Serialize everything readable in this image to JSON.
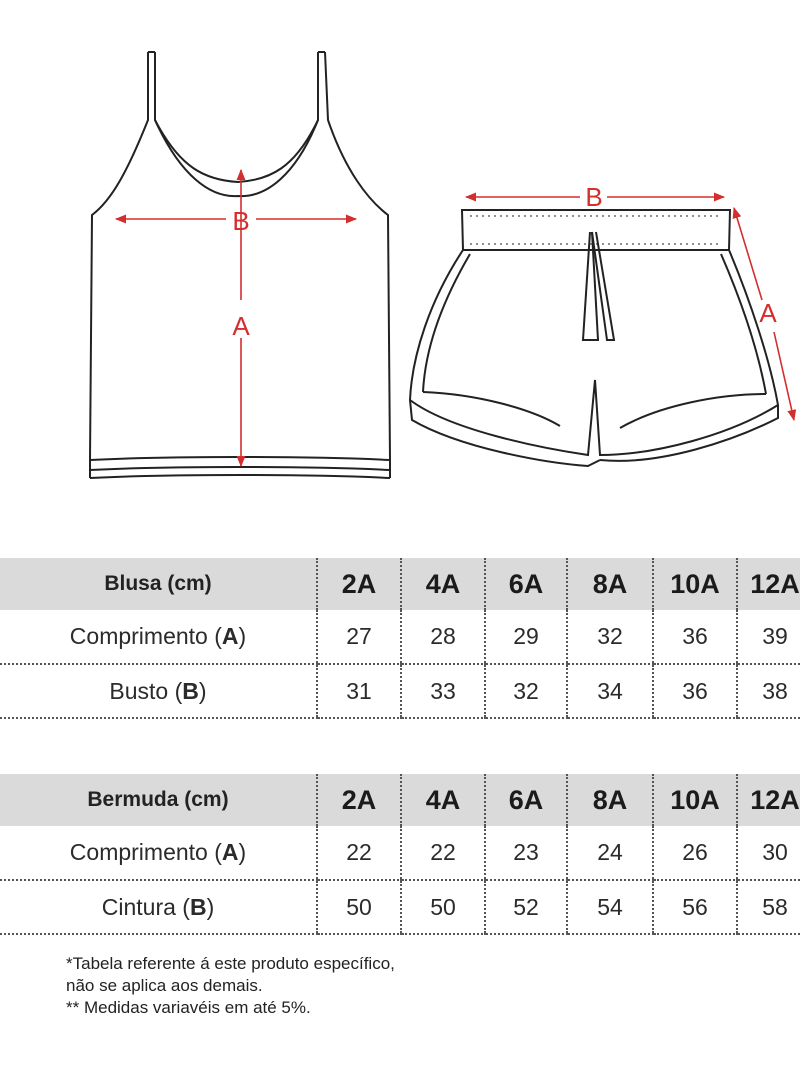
{
  "illustrations": {
    "top_label_A": "A",
    "top_label_B": "B",
    "shorts_label_A": "A",
    "shorts_label_B": "B",
    "arrow_color": "#d42e2e"
  },
  "sizes": [
    "2A",
    "4A",
    "6A",
    "8A",
    "10A",
    "12A"
  ],
  "blusa": {
    "title": "Blusa (cm)",
    "rows": [
      {
        "label": "Comprimento (",
        "letter": "A",
        "close": ")",
        "values": [
          "27",
          "28",
          "29",
          "32",
          "36",
          "39"
        ]
      },
      {
        "label": "Busto (",
        "letter": "B",
        "close": ")",
        "values": [
          "31",
          "33",
          "32",
          "34",
          "36",
          "38"
        ]
      }
    ]
  },
  "bermuda": {
    "title": "Bermuda (cm)",
    "rows": [
      {
        "label": "Comprimento (",
        "letter": "A",
        "close": ")",
        "values": [
          "22",
          "22",
          "23",
          "24",
          "26",
          "30"
        ]
      },
      {
        "label": "Cintura (",
        "letter": "B",
        "close": ")",
        "values": [
          "50",
          "50",
          "52",
          "54",
          "56",
          "58"
        ]
      }
    ]
  },
  "footnotes": [
    "*Tabela referente á este produto específico,",
    "não se aplica aos demais.",
    "** Medidas variavéis em até 5%."
  ],
  "colors": {
    "header_bg": "#dadada",
    "arrow": "#d42e2e"
  }
}
